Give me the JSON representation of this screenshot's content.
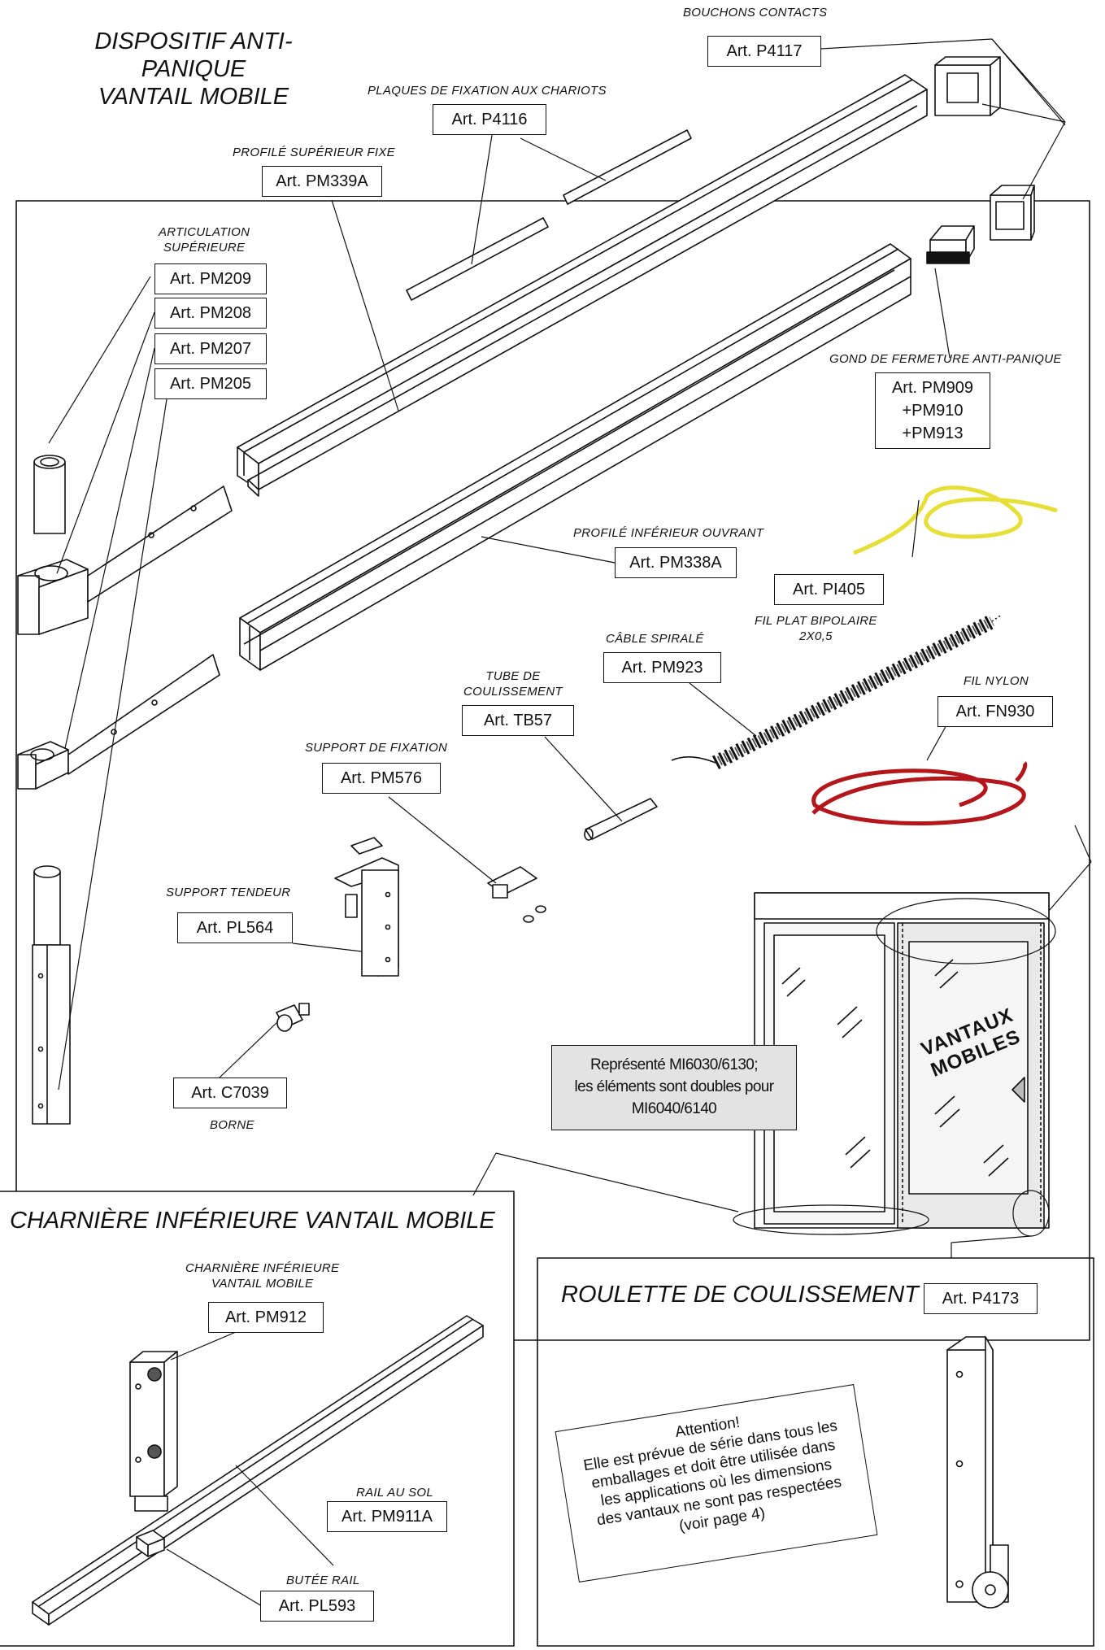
{
  "header": {
    "line1": "DISPOSITIF ANTI-PANIQUE",
    "line2": "VANTAIL MOBILE"
  },
  "captions": {
    "bouchons": "BOUCHONS CONTACTS",
    "plaques": "PLAQUES DE FIXATION AUX CHARIOTS",
    "profile_sup": "PROFILÉ SUPÉRIEUR FIXE",
    "articulation_1": "ARTICULATION",
    "articulation_2": "SUPÉRIEURE",
    "gond": "GOND DE FERMETURE ANTI-PANIQUE",
    "profile_inf": "PROFILÉ INFÉRIEUR OUVRANT",
    "fil_plat_1": "FIL PLAT BIPOLAIRE",
    "fil_plat_2": "2X0,5",
    "cable": "CÂBLE SPIRALÉ",
    "tube_1": "TUBE DE",
    "tube_2": "COULISSEMENT",
    "fil_nylon": "FIL NYLON",
    "support_fix": "SUPPORT DE FIXATION",
    "support_tendeur": "SUPPORT TENDEUR",
    "borne": "BORNE",
    "charniere_1": "CHARNIÈRE INFÉRIEURE",
    "charniere_2": "VANTAIL MOBILE",
    "rail": "RAIL AU SOL",
    "butee": "BUTÉE RAIL"
  },
  "articles": {
    "p4117": "Art. P4117",
    "p4116": "Art. P4116",
    "pm339a": "Art. PM339A",
    "pm209": "Art. PM209",
    "pm208": "Art. PM208",
    "pm207": "Art. PM207",
    "pm205": "Art. PM205",
    "pm909": "Art. PM909",
    "pm910": "+PM910",
    "pm913": "+PM913",
    "pm338a": "Art. PM338A",
    "pi405": "Art. PI405",
    "pm923": "Art. PM923",
    "tb57": "Art. TB57",
    "fn930": "Art. FN930",
    "pm576": "Art. PM576",
    "pl564": "Art. PL564",
    "c7039": "Art. C7039",
    "pm912": "Art. PM912",
    "pm911a": "Art. PM911A",
    "pl593": "Art. PL593",
    "p4173": "Art. P4173"
  },
  "note_box": {
    "line1": "Représenté MI6030/6130;",
    "line2": "les éléments sont doubles pour",
    "line3": "MI6040/6140"
  },
  "door_label": {
    "line1": "VANTAUX",
    "line2": "MOBILES"
  },
  "section_charniere": "CHARNIÈRE INFÉRIEURE VANTAIL MOBILE",
  "section_roulette": "ROULETTE DE COULISSEMENT",
  "attention": {
    "l1": "Attention!",
    "l2": "Elle est prévue de série dans tous les",
    "l3": "emballages et doit être utilisée dans",
    "l4": "les applications où les dimensions",
    "l5": "des vantaux ne sont pas respectées",
    "l6": "(voir page 4)"
  },
  "colors": {
    "line": "#111111",
    "wire_yellow": "#e6df3a",
    "wire_red": "#b3161b",
    "note_fill": "#e3e3e3",
    "glass": "#f2f2f2"
  }
}
